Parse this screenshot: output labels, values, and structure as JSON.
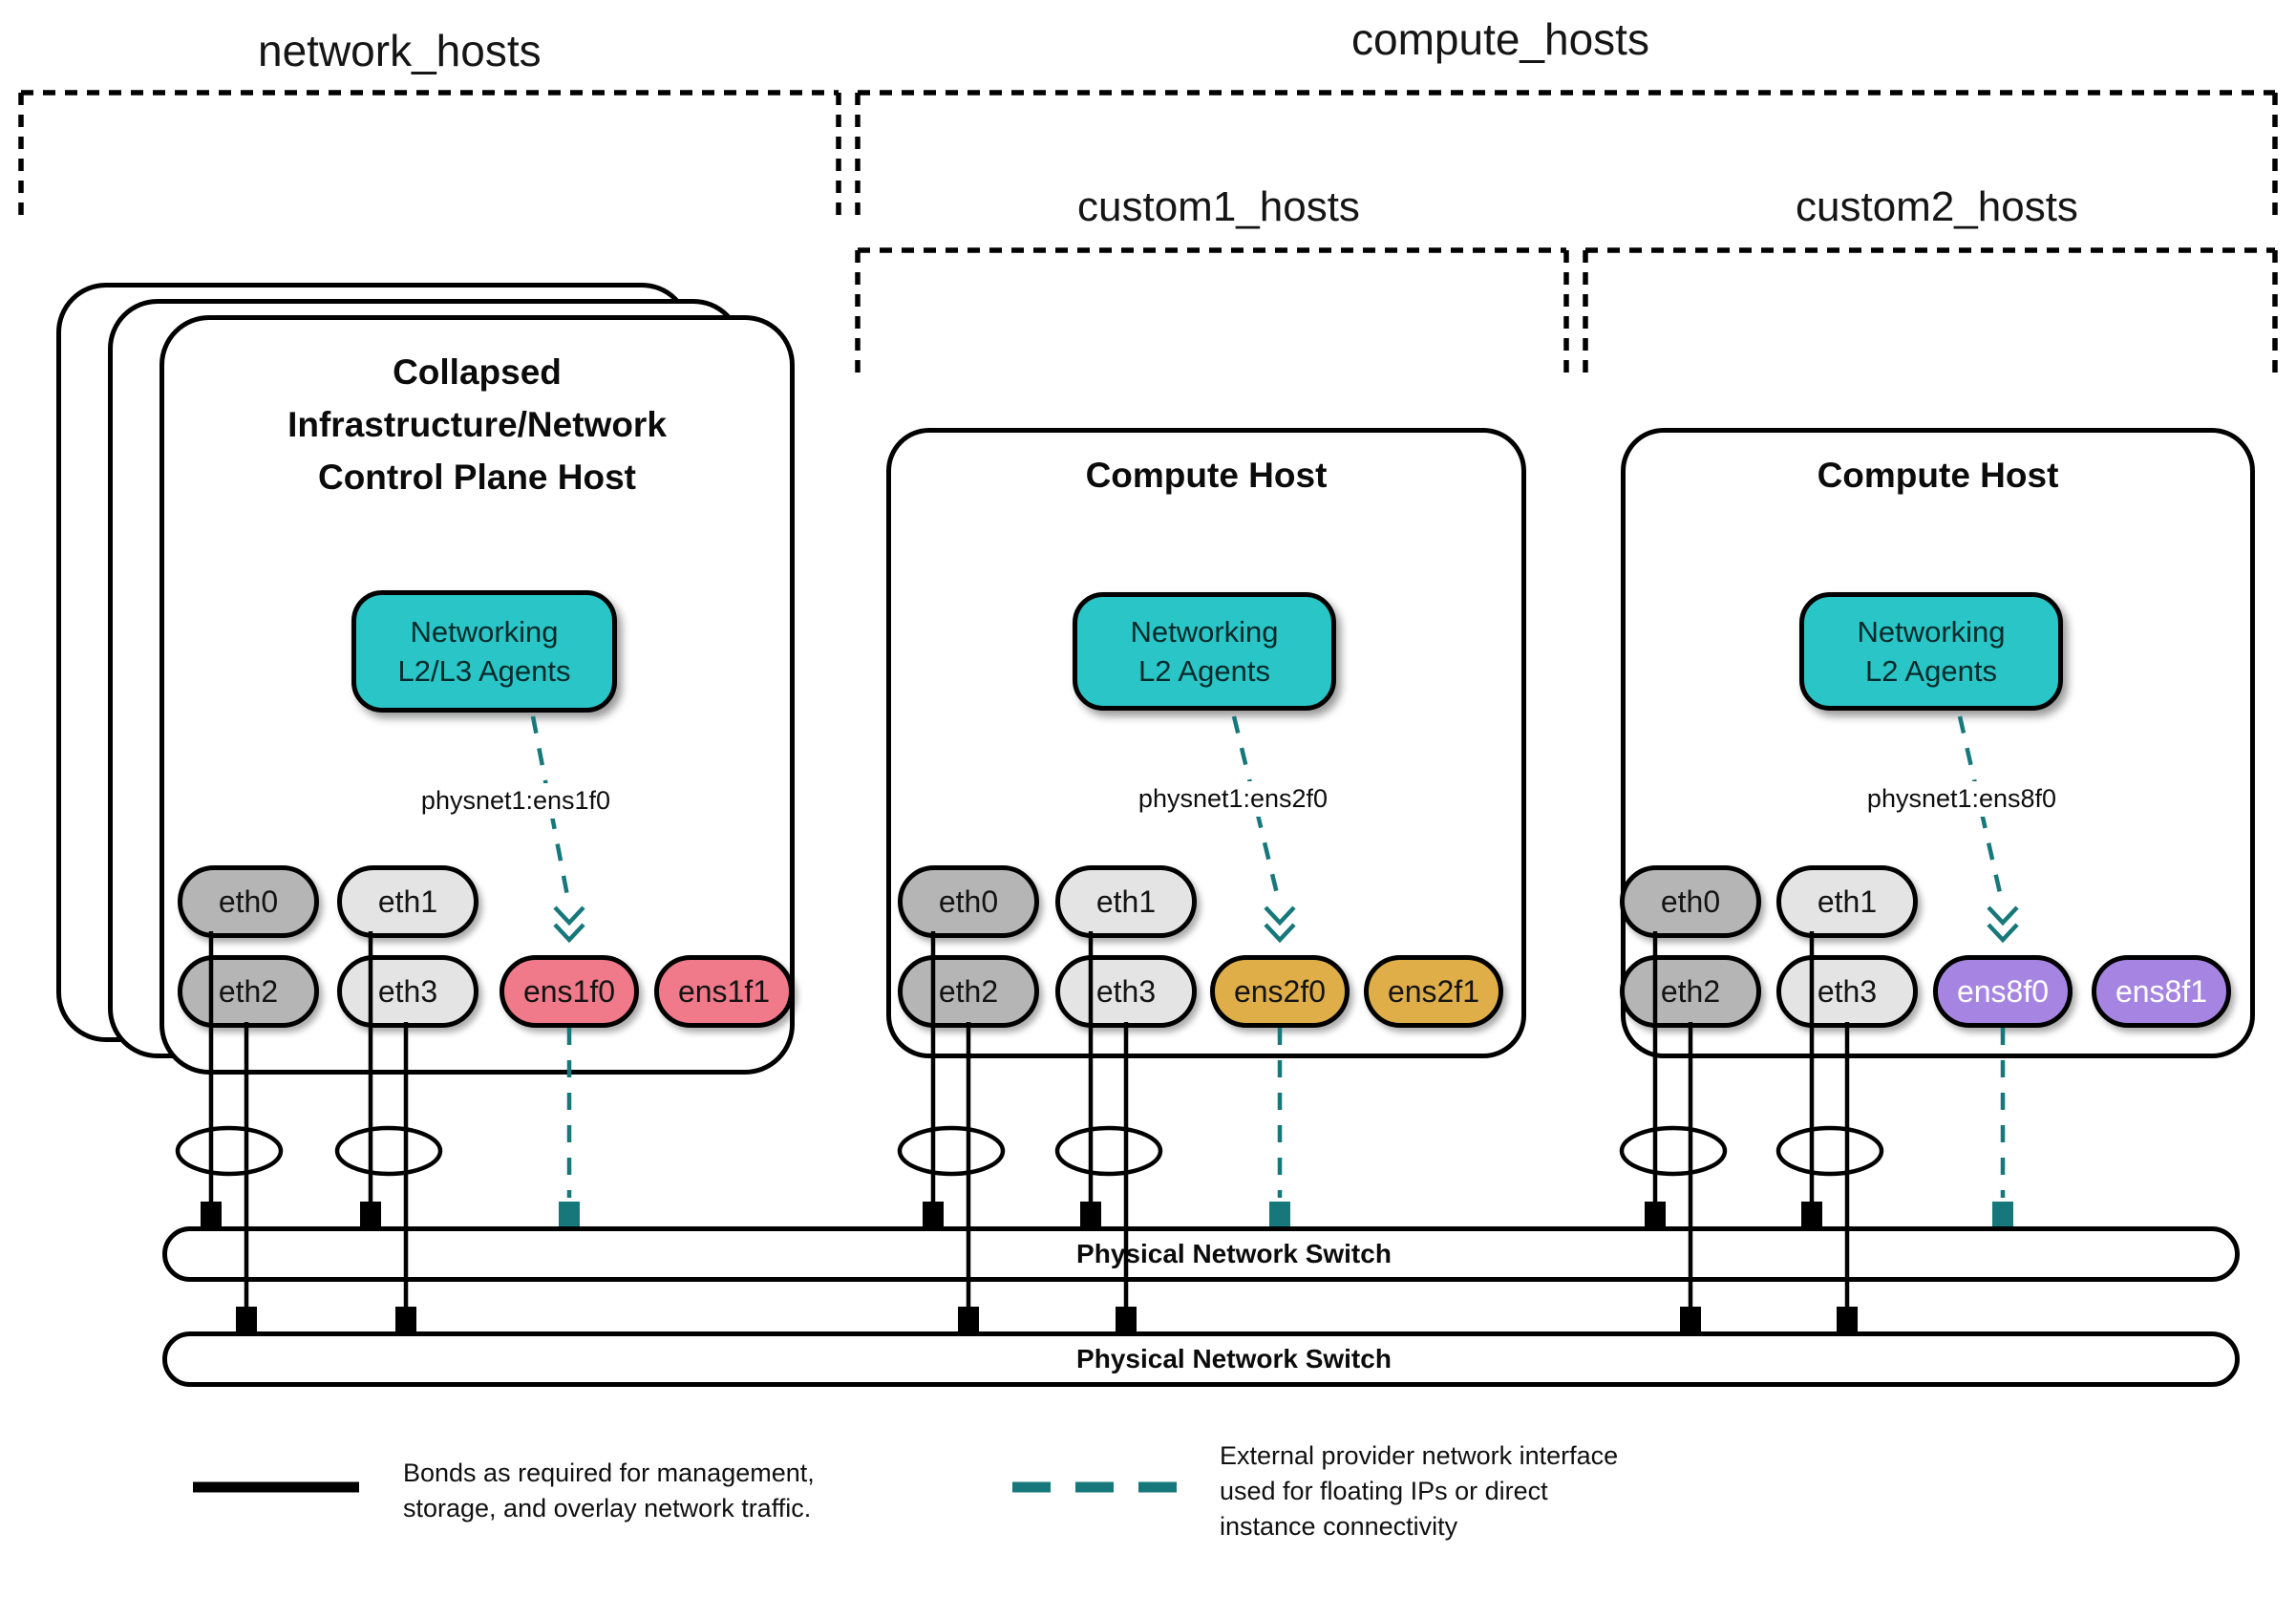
{
  "colors": {
    "teal_fill": "#29C5C7",
    "teal_line": "#17787B",
    "pink": "#F0798A",
    "gold": "#DFAE49",
    "purple": "#A685E2",
    "gray_dark": "#B5B5B5",
    "gray_light": "#E4E4E4",
    "provider2_text": "#FFFFFF",
    "ink": "#111111"
  },
  "groups": {
    "network_hosts": "network_hosts",
    "compute_hosts": "compute_hosts",
    "custom1_hosts": "custom1_hosts",
    "custom2_hosts": "custom2_hosts"
  },
  "hosts": [
    {
      "title_lines": [
        "Collapsed",
        "Infrastructure/Network",
        "Control Plane Host"
      ],
      "agent_lines": [
        "Networking",
        "L2/L3 Agents"
      ],
      "physnet": "physnet1:ens1f0",
      "nics": [
        "eth0",
        "eth1",
        "eth2",
        "eth3"
      ],
      "provider_nics": [
        "ens1f0",
        "ens1f1"
      ]
    },
    {
      "title_lines": [
        "Compute Host"
      ],
      "agent_lines": [
        "Networking",
        "L2 Agents"
      ],
      "physnet": "physnet1:ens2f0",
      "nics": [
        "eth0",
        "eth1",
        "eth2",
        "eth3"
      ],
      "provider_nics": [
        "ens2f0",
        "ens2f1"
      ]
    },
    {
      "title_lines": [
        "Compute Host"
      ],
      "agent_lines": [
        "Networking",
        "L2 Agents"
      ],
      "physnet": "physnet1:ens8f0",
      "nics": [
        "eth0",
        "eth1",
        "eth2",
        "eth3"
      ],
      "provider_nics": [
        "ens8f0",
        "ens8f1"
      ]
    }
  ],
  "switches": [
    {
      "label": "Physical Network Switch"
    },
    {
      "label": "Physical Network Switch"
    }
  ],
  "legend": {
    "bond_lines": [
      "Bonds as required for management,",
      "storage, and overlay network traffic."
    ],
    "provider_lines": [
      "External provider network interface",
      "used for floating IPs or direct",
      "instance connectivity"
    ]
  }
}
